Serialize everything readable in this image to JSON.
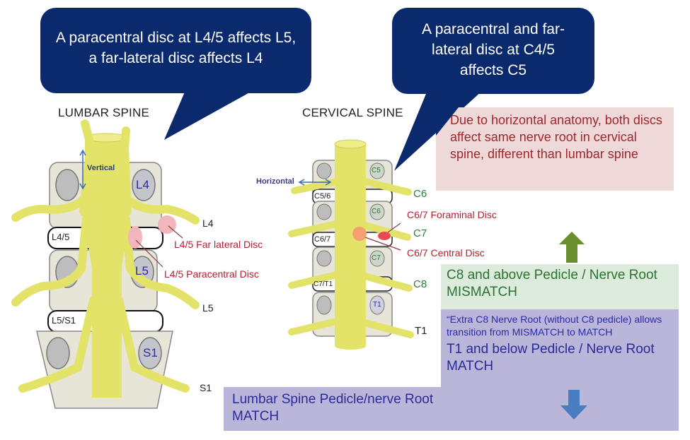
{
  "callouts": {
    "lumbar": "A paracentral disc at L4/5 affects L5, a far-lateral disc affects L4",
    "cervical": "A paracentral and far-lateral disc at C4/5 affects C5"
  },
  "lumbar": {
    "title": "LUMBAR SPINE",
    "vertical_label": "Vertical",
    "vertebrae": [
      "L4",
      "L5",
      "S1"
    ],
    "discs": [
      "L4/5",
      "L5/S1"
    ],
    "nerve_roots": [
      "L4",
      "L5",
      "S1"
    ],
    "annotations": {
      "far_lateral": "L4/5 Far lateral Disc",
      "paracentral": "L4/5 Paracentral Disc"
    }
  },
  "cervical": {
    "title": "CERVICAL SPINE",
    "horizontal_label": "Horizontal",
    "vertebrae": [
      "C5",
      "C6",
      "C7",
      "T1"
    ],
    "discs": [
      "C5/6",
      "C6/7",
      "C7/T1"
    ],
    "nerve_roots": [
      "C6",
      "C7",
      "C8",
      "T1"
    ],
    "annotations": {
      "foraminal": "C6/7 Foraminal Disc",
      "central": "C6/7 Central Disc"
    }
  },
  "notes": {
    "horizontal_anatomy": "Due to horizontal anatomy, both discs affect same nerve root in cervical spine, different than lumbar spine",
    "c8_above": "C8 and above Pedicle / Nerve Root MISMATCH",
    "extra_c8": "“Extra C8 Nerve Root (without C8 pedicle) allows transition from MISMATCH to MATCH",
    "t1_below": "T1 and below Pedicle / Nerve Root MATCH",
    "lumbar_match": "Lumbar Spine Pedicle/nerve Root MATCH"
  },
  "colors": {
    "callout_bg": "#0b2a6e",
    "nerve": "#e3e36a",
    "disc_marker": "#f4b6bd",
    "up_arrow": "#6b8f2e",
    "down_arrow": "#4a7cc0",
    "mismatch_bg": "#dcebdc",
    "match_bg": "#b9b6d9",
    "note_bg": "#efd9d8"
  }
}
